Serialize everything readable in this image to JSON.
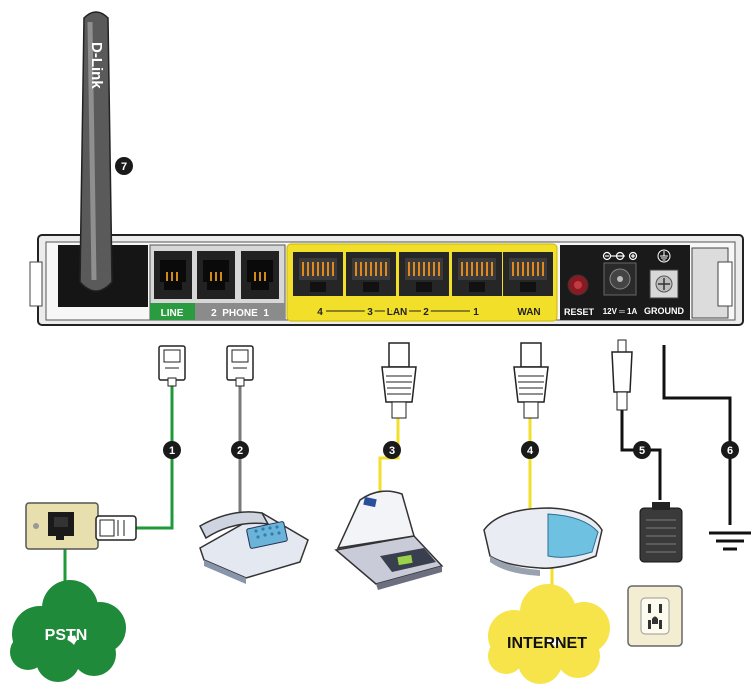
{
  "antenna": {
    "brand": "D-Link",
    "marker": "7"
  },
  "router": {
    "port_labels": {
      "line": "LINE",
      "phone": "2  PHONE  1",
      "lan_4": "4",
      "lan_3": "3",
      "lan": "LAN",
      "lan_2": "2",
      "lan_1": "1",
      "wan": "WAN",
      "reset": "RESET",
      "power": "12V ═ 1A",
      "ground": "GROUND"
    }
  },
  "markers": [
    "1",
    "2",
    "3",
    "4",
    "5",
    "6"
  ],
  "clouds": {
    "pstn": "PSTN",
    "internet": "INTERNET"
  },
  "colors": {
    "line_green": "#1f9a3a",
    "phone_gray": "#7a7a7a",
    "lan_yellow": "#f2df2a",
    "cable_black": "#111111",
    "cloud_green": "#1e8a3a",
    "cloud_yellow": "#f6e44a",
    "marker_dark": "#1a1a1a"
  }
}
